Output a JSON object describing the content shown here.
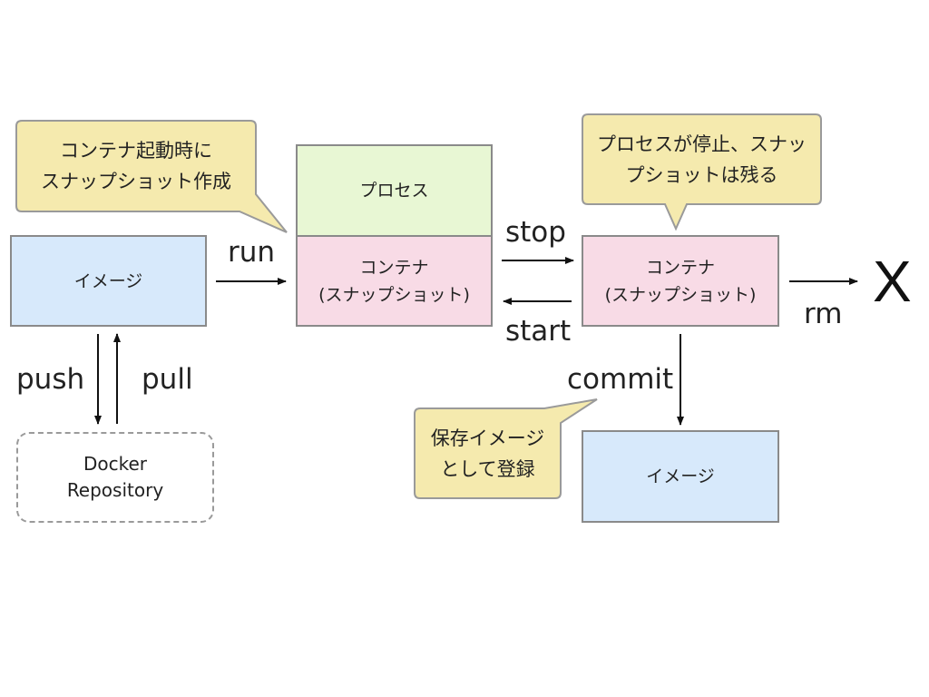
{
  "callouts": {
    "snapshot_on_start": [
      "コンテナ起動時に",
      "スナップショット作成"
    ],
    "process_stop": [
      "プロセスが停止、スナッ",
      "プショットは残る"
    ],
    "save_image": [
      "保存イメージ",
      "として登録"
    ]
  },
  "boxes": {
    "image_left": "イメージ",
    "process": "プロセス",
    "container_left": [
      "コンテナ",
      "(スナップショット)"
    ],
    "container_right": [
      "コンテナ",
      "(スナップショット)"
    ],
    "image_bottom": "イメージ",
    "repository": [
      "Docker",
      "Repository"
    ]
  },
  "arrow_labels": {
    "run": "run",
    "stop": "stop",
    "start": "start",
    "rm": "rm",
    "commit": "commit",
    "push": "push",
    "pull": "pull"
  },
  "end_mark": "X",
  "colors": {
    "image_fill": "#d7e9fb",
    "process_fill": "#e8f7d4",
    "container_fill": "#f8dbe6",
    "callout_fill": "#f5eaae",
    "callout_border": "#9a9a9a",
    "box_border": "#8a8a8a"
  }
}
